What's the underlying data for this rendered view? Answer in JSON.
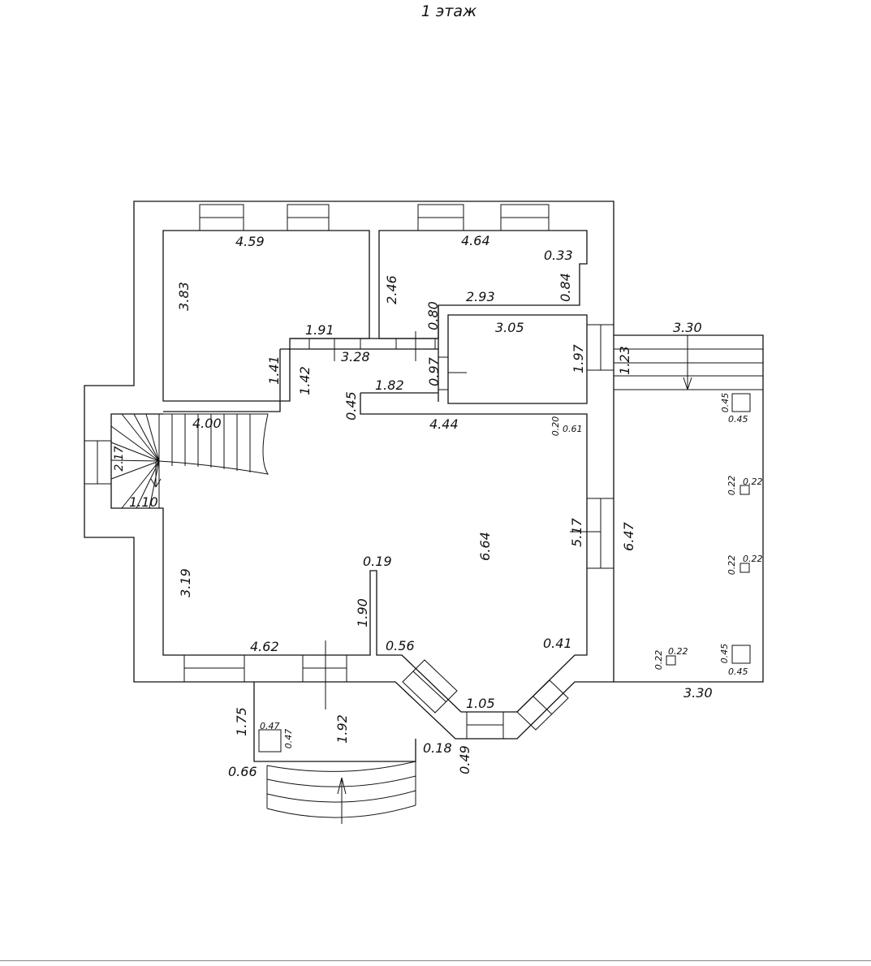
{
  "title": "1 этаж",
  "colors": {
    "line": "#111111",
    "background": "#ffffff"
  },
  "dimensions": {
    "room_nw_width": "4.59",
    "room_nw_height": "3.83",
    "room_nw_step": "1.91",
    "room_nw_lower": "1.41",
    "room_ne_width": "4.64",
    "room_ne_niche": "0.33",
    "room_ne_niche_h": "0.84",
    "room_ne_height": "2.46",
    "room_ne_bottom": "2.93",
    "room_ne_door": "0.80",
    "bath_width": "3.05",
    "bath_height": "1.97",
    "hall_width": "3.28",
    "hall_left": "1.42",
    "hall_mid": "1.82",
    "hall_door": "0.97",
    "hall_ledge": "0.45",
    "stairs_width": "4.00",
    "stairs_height": "2.17",
    "stairs_bottom": "1.10",
    "living_width": "4.44",
    "living_pier_a": "0.20",
    "living_pier_b": "0.61",
    "living_diag": "6.64",
    "living_right": "5.17",
    "living_left": "3.19",
    "partition_thick": "0.19",
    "partition_len": "1.90",
    "living_bottom": "4.62",
    "bay_left": "0.56",
    "bay_right": "0.41",
    "bay_front": "1.05",
    "bay_step_a": "0.18",
    "bay_step_b": "0.49",
    "porch_height": "1.75",
    "porch_depth": "1.92",
    "porch_edge": "0.66",
    "col_porch_a": "0.47",
    "col_porch_b": "0.47",
    "terrace_top": "3.30",
    "terrace_step": "1.23",
    "terrace_height": "6.47",
    "terrace_bottom": "3.30",
    "col_t1_a": "0.45",
    "col_t1_b": "0.45",
    "col_t2_a": "0.22",
    "col_t2_b": "0.22",
    "col_t3_a": "0.22",
    "col_t3_b": "0.22",
    "col_t4_a": "0.22",
    "col_t4_b": "0.22",
    "col_t5_a": "0.45",
    "col_t5_b": "0.45"
  }
}
